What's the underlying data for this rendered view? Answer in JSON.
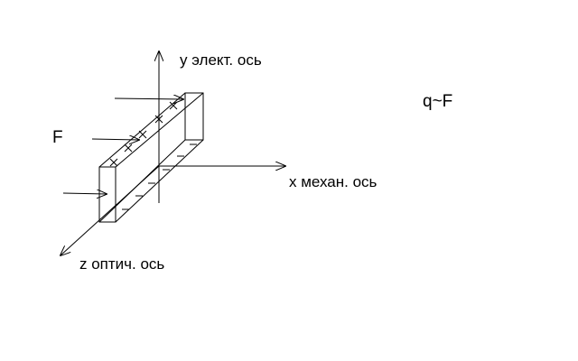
{
  "labels": {
    "y_axis": "y элект. ось",
    "x_axis": "x механ. ось",
    "z_axis": "z оптич. ось",
    "force": "F",
    "relation": "q~F"
  }
}
